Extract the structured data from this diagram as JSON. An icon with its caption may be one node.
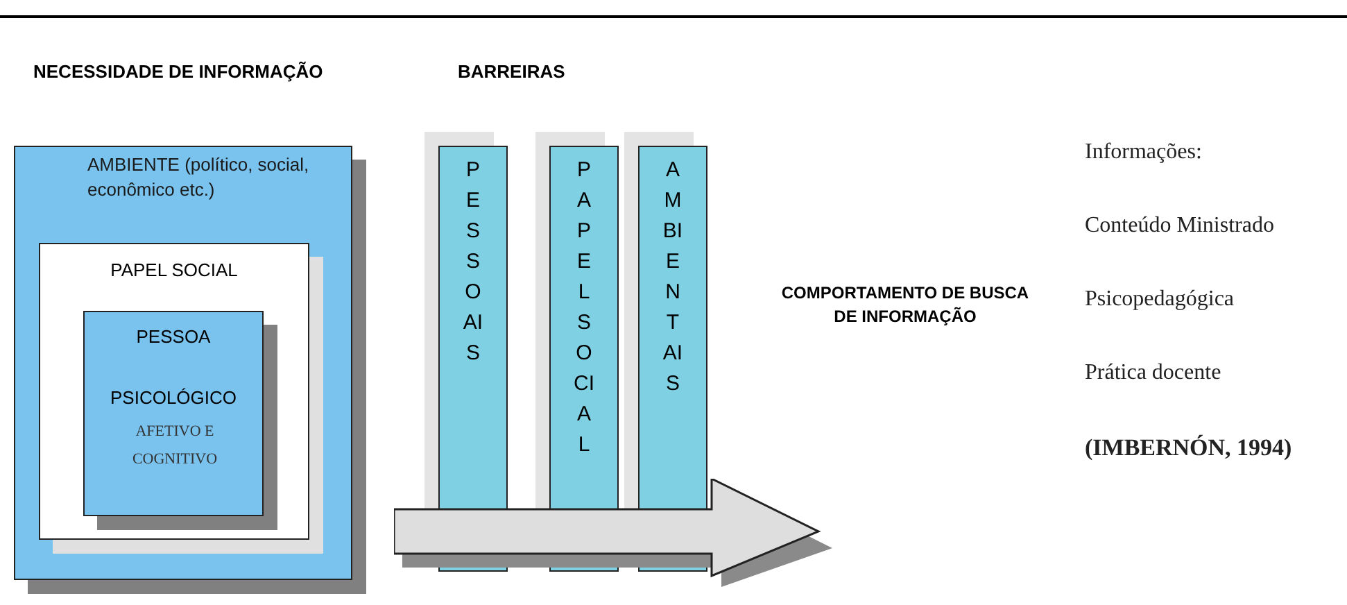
{
  "diagram": {
    "nodes": [
      {
        "text": [
          "AMBIENTE (político, social, econômico etc.)"
        ]
      },
      {
        "text": [
          "PAPEL SOCIAL"
        ],
        "in": 0
      },
      {
        "text": [
          "PESSOA",
          "PSICOLÓGICO",
          "AFETIVO E COGNITIVO"
        ],
        "in": 1
      },
      {
        "text": [
          "PESSOAIS"
        ]
      },
      {
        "text": [
          "PAPEL SOCIAL"
        ]
      },
      {
        "text": [
          "AMBIENTAIS"
        ]
      }
    ],
    "labels": [
      "NECESSIDADE DE INFORMAÇÃO",
      "BARREIRAS",
      "COMPORTAMENTO DE BUSCA DE INFORMAÇÃO",
      "Informações:",
      "Conteúdo Ministrado",
      "Psicopedagógica",
      "Prática docente",
      "(IMBERNÓN, 1994)"
    ]
  }
}
